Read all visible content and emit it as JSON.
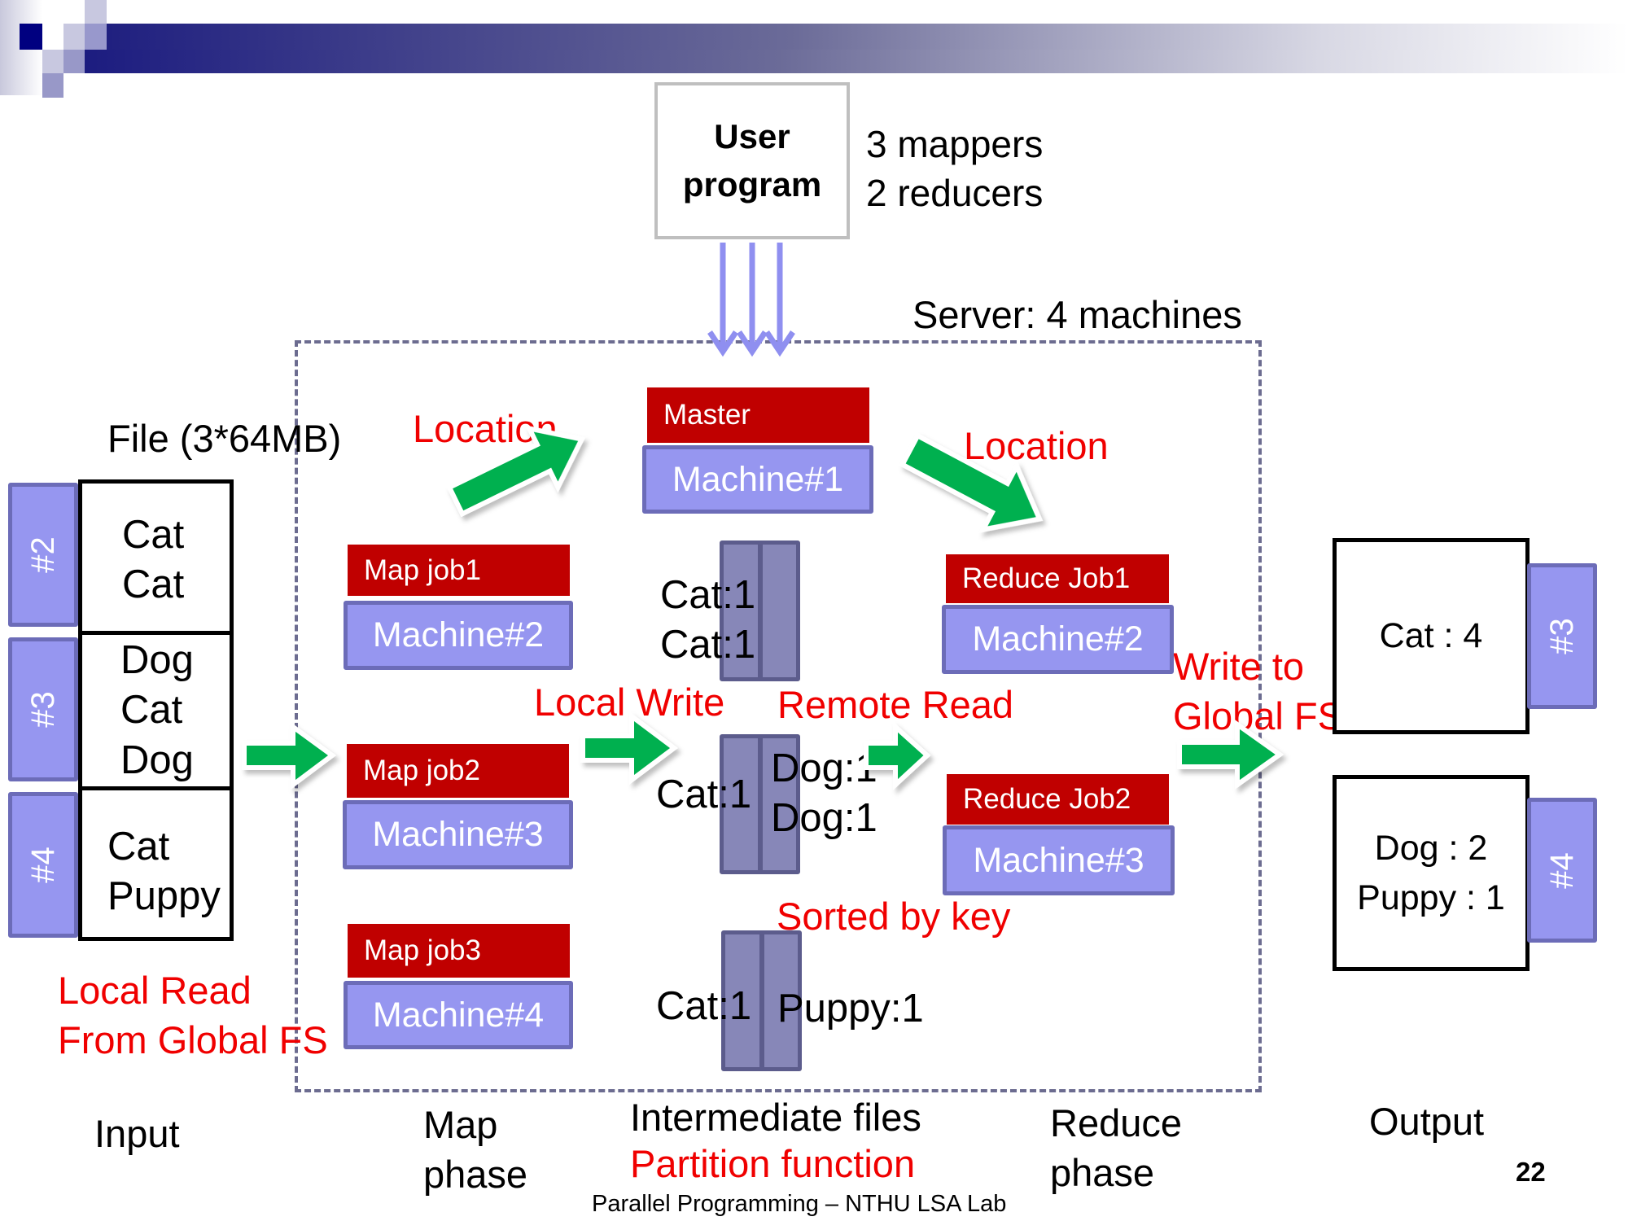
{
  "colors": {
    "header_dark": "#000080",
    "job_red": "#c00000",
    "machine_lavender": "#9696f0",
    "intermediate": "#8787b8",
    "arrow_green": "#00b050",
    "label_red": "#f00000"
  },
  "user_program": {
    "line1": "User",
    "line2": "program"
  },
  "config": {
    "mappers": "3 mappers",
    "reducers": "2 reducers"
  },
  "server_label": "Server: 4 machines",
  "input": {
    "file_label": "File (3*64MB)",
    "chunks": [
      {
        "tab": "#2",
        "lines": [
          "Cat",
          "Cat"
        ]
      },
      {
        "tab": "#3",
        "lines": [
          "Dog",
          "Cat",
          "Dog"
        ]
      },
      {
        "tab": "#4",
        "lines": [
          "Cat",
          "Puppy"
        ]
      }
    ],
    "local_read": [
      "Local Read",
      "From Global FS"
    ]
  },
  "master": {
    "role": "Master",
    "machine": "Machine#1"
  },
  "location_labels": [
    "Location",
    "Location"
  ],
  "map_jobs": [
    {
      "job": "Map job1",
      "machine": "Machine#2"
    },
    {
      "job": "Map job2",
      "machine": "Machine#3"
    },
    {
      "job": "Map job3",
      "machine": "Machine#4"
    }
  ],
  "intermediate": {
    "file1_left": [
      "Cat:1",
      "Cat:1"
    ],
    "file2_left": [
      "Cat:1"
    ],
    "file2_right": [
      "Dog:1",
      "Dog:1"
    ],
    "file3_left": [
      "Cat:1"
    ],
    "file3_right": [
      "Puppy:1"
    ]
  },
  "flow_labels": {
    "local_write": "Local Write",
    "remote_read": "Remote Read",
    "sorted": "Sorted by key",
    "write_to": [
      "Write to",
      "Global FS"
    ]
  },
  "reduce_jobs": [
    {
      "job": "Reduce Job1",
      "machine": "Machine#2"
    },
    {
      "job": "Reduce Job2",
      "machine": "Machine#3"
    }
  ],
  "output": [
    {
      "tab": "#3",
      "lines": [
        "Cat : 4"
      ]
    },
    {
      "tab": "#4",
      "lines": [
        "Dog : 2",
        "Puppy : 1"
      ]
    }
  ],
  "phases": {
    "input": "Input",
    "map": [
      "Map",
      "phase"
    ],
    "intermediate": "Intermediate files",
    "partition": "Partition function",
    "reduce": [
      "Reduce",
      "phase"
    ],
    "output": "Output"
  },
  "footer": {
    "title": "Parallel Programming – NTHU LSA Lab",
    "page": "22"
  }
}
